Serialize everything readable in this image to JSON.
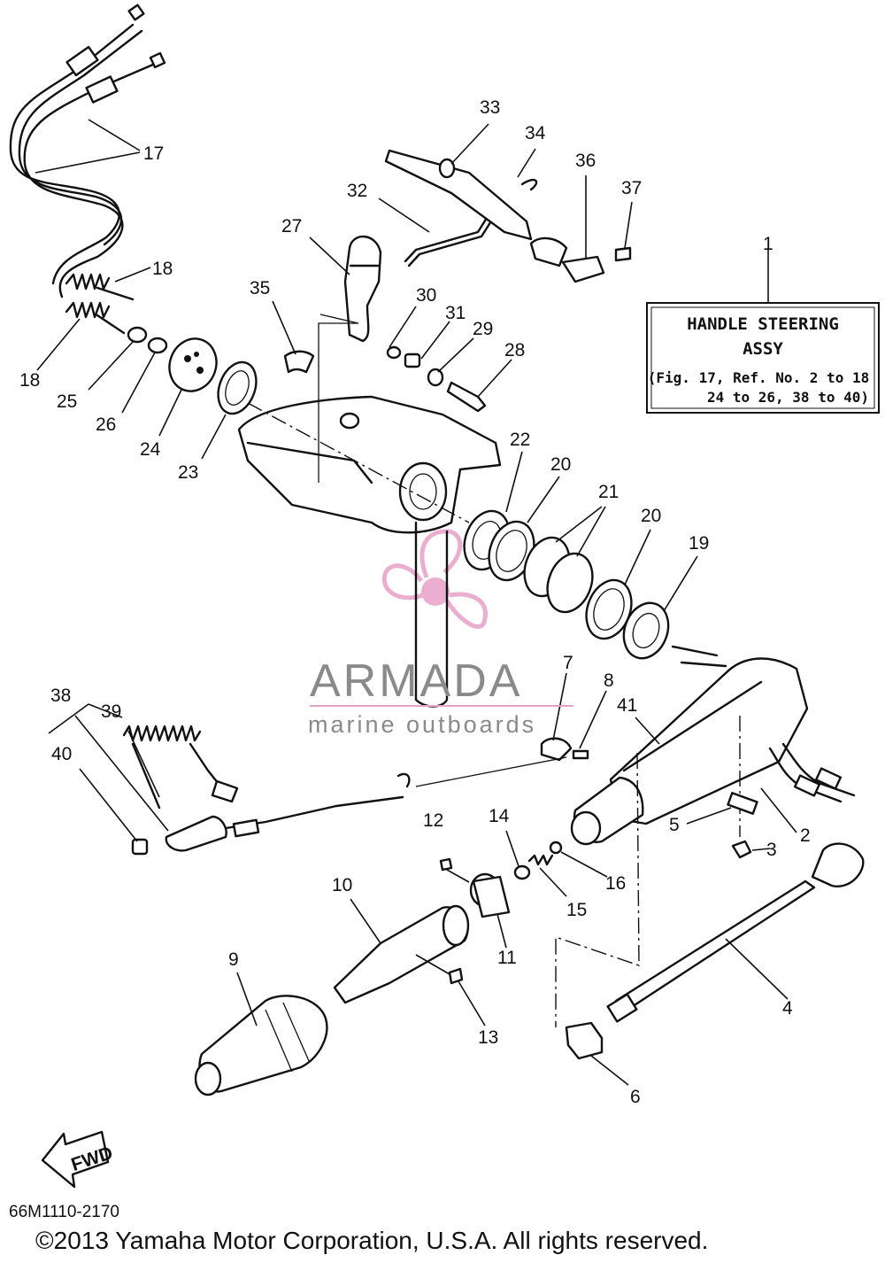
{
  "diagram": {
    "info_box": {
      "line1": "HANDLE STEERING",
      "line2": "ASSY",
      "line3": "(Fig. 17, Ref. No. 2 to 18",
      "line4": "24 to 26, 38 to 40)"
    },
    "watermark": {
      "brand": "ARMADA",
      "tagline": "marine outboards",
      "logo_color": "#e8a0c8"
    },
    "fwd_label": "FWD",
    "drawing_code": "66M1110-2170",
    "copyright": "©2013 Yamaha Motor Corporation, U.S.A. All rights reserved.",
    "callouts": [
      "1",
      "2",
      "3",
      "4",
      "5",
      "6",
      "7",
      "8",
      "9",
      "10",
      "11",
      "12",
      "13",
      "14",
      "15",
      "16",
      "17",
      "18",
      "18",
      "19",
      "20",
      "20",
      "21",
      "22",
      "23",
      "24",
      "25",
      "26",
      "27",
      "28",
      "29",
      "30",
      "31",
      "32",
      "33",
      "34",
      "35",
      "36",
      "37",
      "38",
      "39",
      "40",
      "41"
    ]
  }
}
